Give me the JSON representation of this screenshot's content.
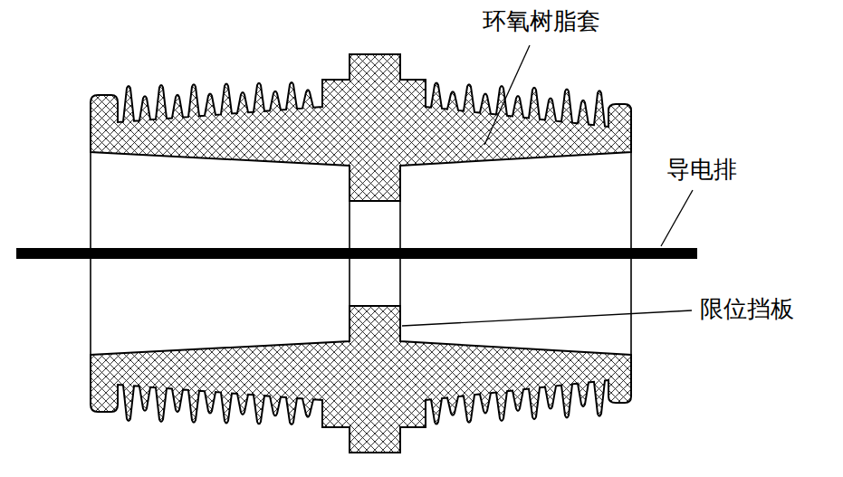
{
  "diagram": {
    "labels": [
      "环氧树脂套",
      "导电排",
      "限位挡板"
    ]
  }
}
